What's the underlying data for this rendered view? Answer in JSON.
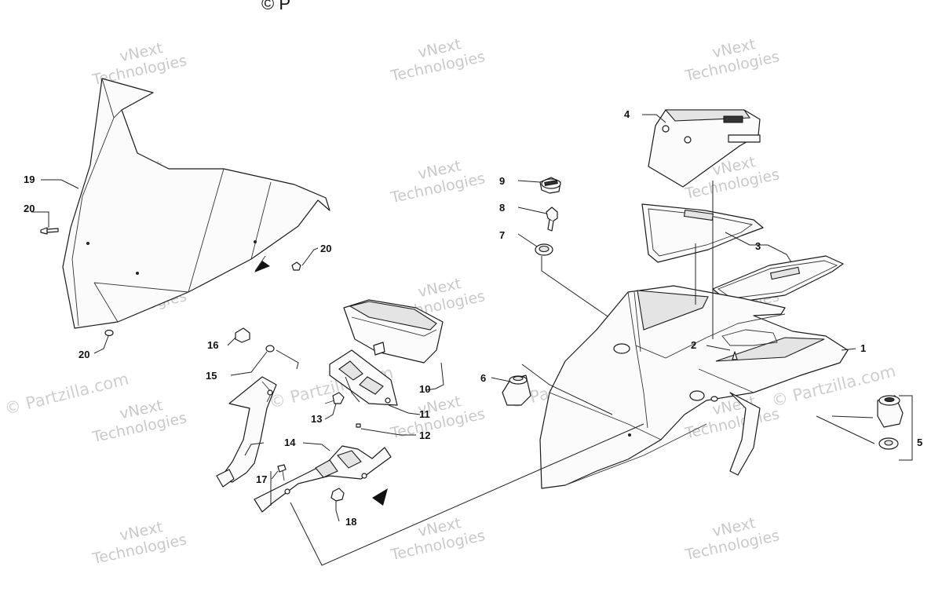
{
  "copyright_mark": "© P",
  "watermarks": [
    {
      "line1": "vNext",
      "line2": "Technologies"
    }
  ],
  "partzilla_watermark": "© Partzilla.com",
  "callouts": [
    "1",
    "2",
    "3",
    "4",
    "5",
    "6",
    "7",
    "8",
    "9",
    "10",
    "11",
    "12",
    "13",
    "14",
    "15",
    "16",
    "17",
    "18",
    "19",
    "20",
    "20",
    "20"
  ]
}
